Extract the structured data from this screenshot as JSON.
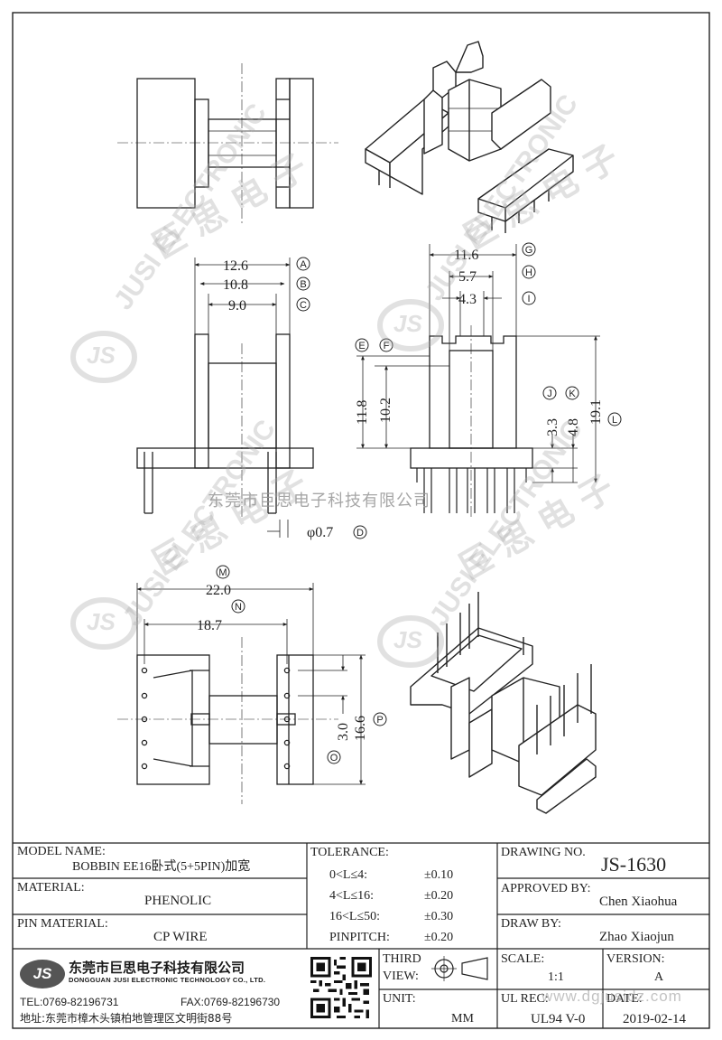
{
  "watermark": {
    "company_cn_overlay": "东莞市巨思电子科技有限公司",
    "site": "www.dgjusidz.com",
    "brand_text": "JUSI ELECTRONIC",
    "logo_text": "JS",
    "brand_cn": "巨 思 电 子"
  },
  "dimensions": {
    "A": {
      "value": "12.6",
      "label": "A"
    },
    "B": {
      "value": "10.8",
      "label": "B"
    },
    "C": {
      "value": "9.0",
      "label": "C"
    },
    "D": {
      "value": "φ0.7",
      "label": "D"
    },
    "E": {
      "value": "11.8",
      "label": "E"
    },
    "F": {
      "value": "10.2",
      "label": "F"
    },
    "G": {
      "value": "11.6",
      "label": "G"
    },
    "H": {
      "value": "5.7",
      "label": "H"
    },
    "I": {
      "value": "4.3",
      "label": "I"
    },
    "J": {
      "value": "3.3",
      "label": "J"
    },
    "K": {
      "value": "4.8",
      "label": "K"
    },
    "L": {
      "value": "19.1",
      "label": "L"
    },
    "M": {
      "value": "22.0",
      "label": "M"
    },
    "N": {
      "value": "18.7",
      "label": "N"
    },
    "O": {
      "value": "3.0",
      "label": "O"
    },
    "P": {
      "value": "16.6",
      "label": "P"
    }
  },
  "title_block": {
    "model_name_label": "MODEL NAME:",
    "model_name": "BOBBIN EE16卧式(5+5PIN)加宽",
    "material_label": "MATERIAL:",
    "material": "PHENOLIC",
    "pin_material_label": "PIN MATERIAL:",
    "pin_material": "CP WIRE",
    "tolerance_label": "TOLERANCE:",
    "tolerances": [
      {
        "range": "0<L≤4:",
        "value": "±0.10"
      },
      {
        "range": "4<L≤16:",
        "value": "±0.20"
      },
      {
        "range": "16<L≤50:",
        "value": "±0.30"
      },
      {
        "range": "PINPITCH:",
        "value": "±0.20"
      }
    ],
    "third_view_label_1": "THIRD",
    "third_view_label_2": "VIEW:",
    "unit_label": "UNIT:",
    "unit": "MM",
    "drawing_no_label": "DRAWING NO.",
    "drawing_no": "JS-1630",
    "approved_by_label": "APPROVED BY:",
    "approved_by": "Chen Xiaohua",
    "draw_by_label": "DRAW BY:",
    "draw_by": "Zhao Xiaojun",
    "scale_label": "SCALE:",
    "scale": "1:1",
    "version_label": "VERSION:",
    "version": "A",
    "ul_rec_label": "UL REC:",
    "ul_rec": "UL94 V-0",
    "date_label": "DATE:",
    "date": "2019-02-14",
    "company_cn": "东莞市巨思电子科技有限公司",
    "company_en": "DONGGUAN JUSI ELECTRONIC TECHNOLOGY CO., LTD.",
    "tel": "TEL:0769-82196731",
    "fax": "FAX:0769-82196730",
    "address": "地址:东莞市樟木头镇柏地管理区文明街88号",
    "logo": "JS"
  }
}
